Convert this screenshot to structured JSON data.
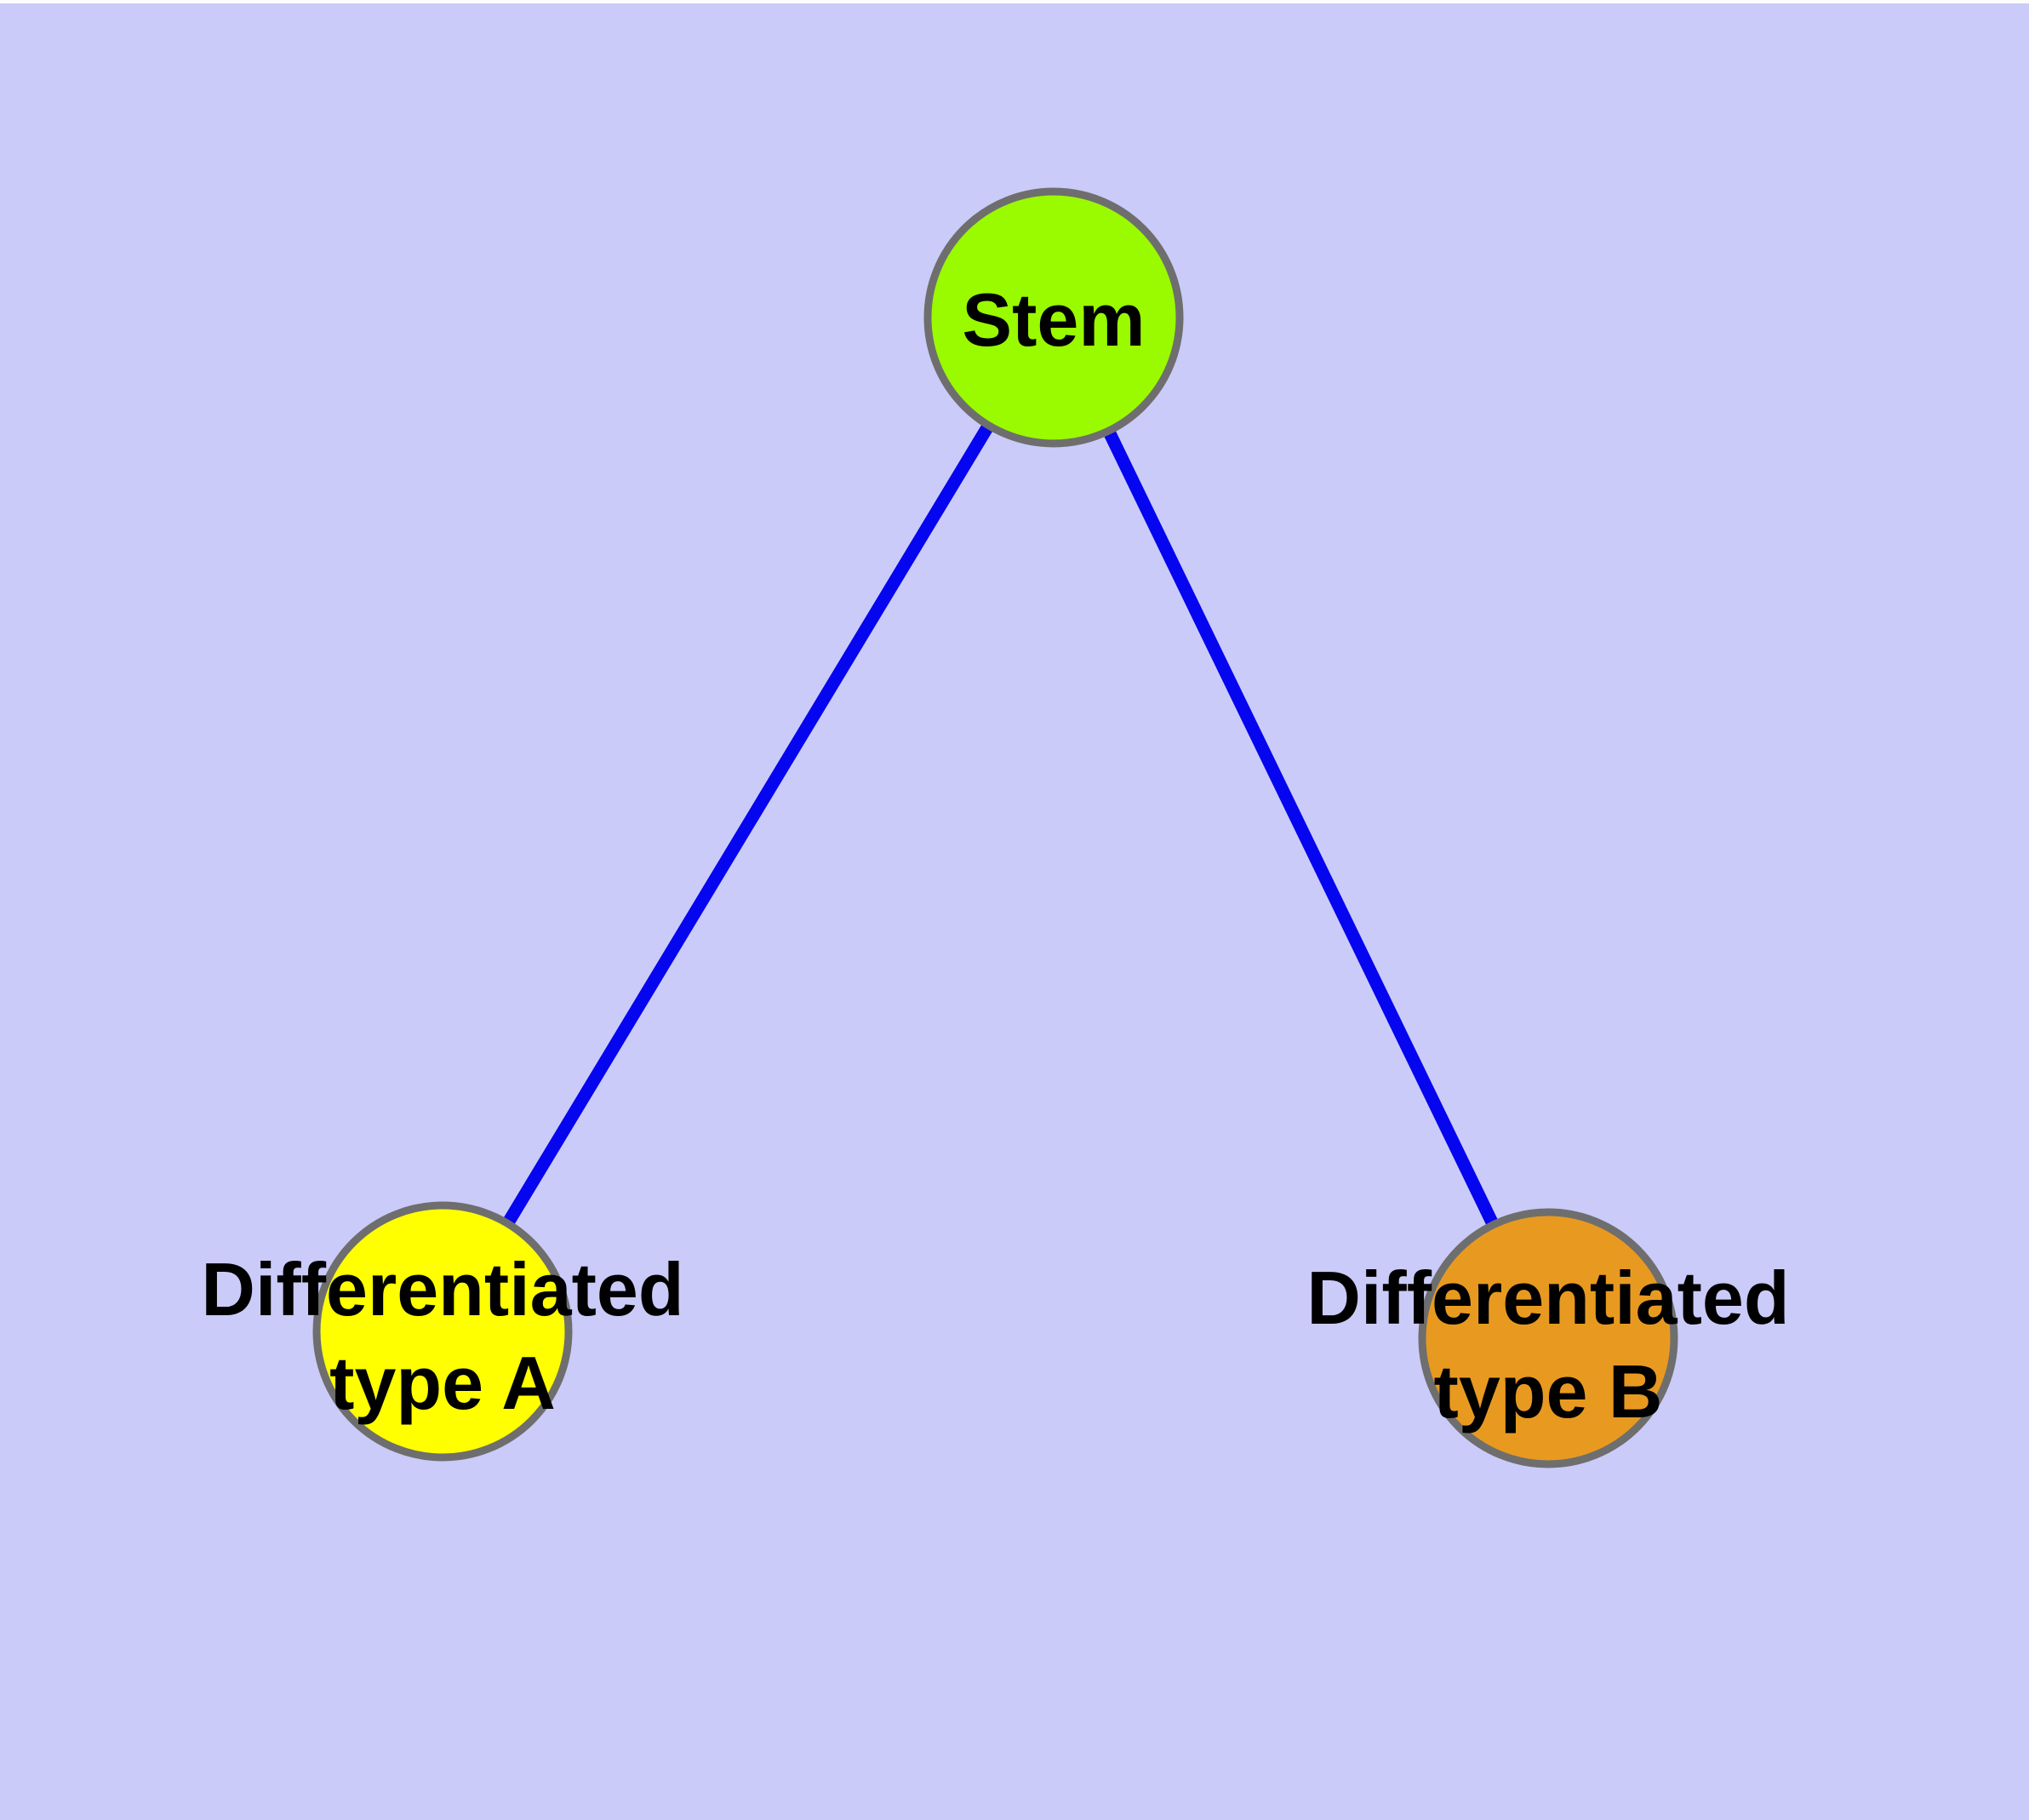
{
  "diagram": {
    "type": "graph",
    "description": "Stem cell differentiation tree: one stem node with edges to two differentiated cell-type nodes",
    "colors": {
      "background": "#CBCBF9",
      "top_strip": "#FCFCFC",
      "edge": "#0505F0",
      "node_border": "#6E6E6E",
      "text": "#000000"
    },
    "nodes": {
      "stem": {
        "label": "Stem",
        "fill": "#9AFA00"
      },
      "type_a": {
        "label_line1": "Differentiated",
        "label_line2": "type A",
        "fill": "#FFFF00"
      },
      "type_b": {
        "label_line1": "Differentiated",
        "label_line2": "type B",
        "fill": "#E89A20"
      }
    },
    "edges": [
      {
        "from": "stem",
        "to": "type_a",
        "color": "#0505F0"
      },
      {
        "from": "stem",
        "to": "type_b",
        "color": "#0505F0"
      }
    ]
  }
}
